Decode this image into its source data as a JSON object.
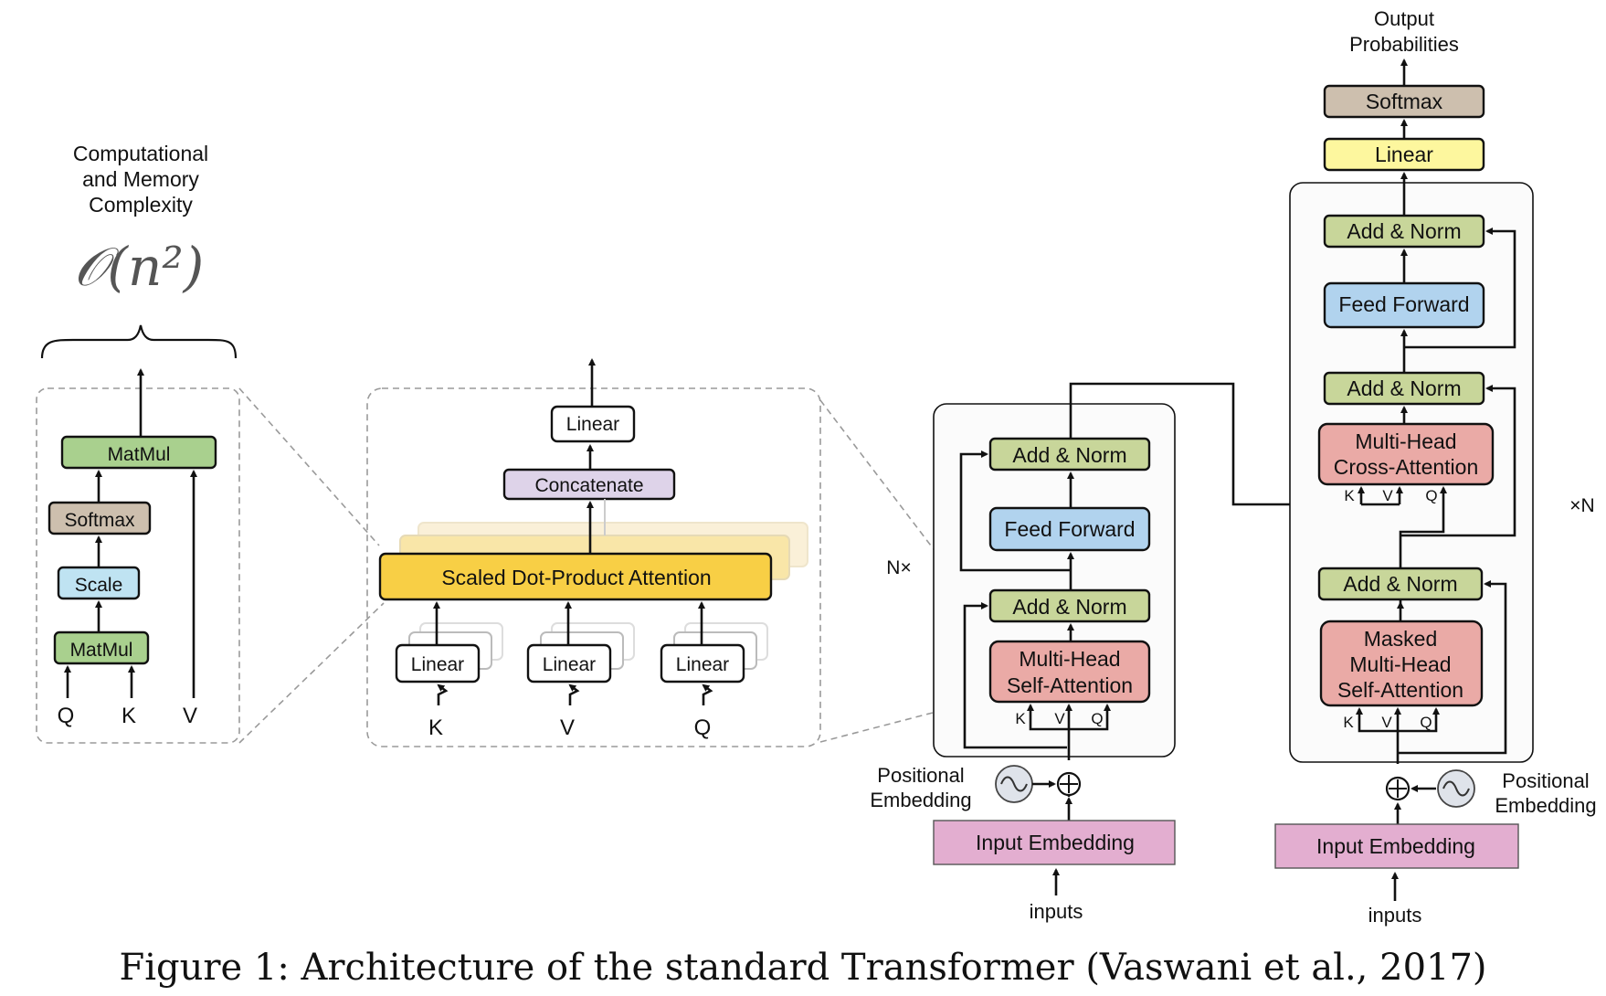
{
  "left": {
    "title_lines": [
      "Computational",
      "and Memory",
      "Complexity"
    ],
    "complexity": "𝒪(n²)",
    "boxes": {
      "matmul_top": "MatMul",
      "softmax": "Softmax",
      "scale": "Scale",
      "matmul_bottom": "MatMul"
    },
    "inputs": [
      "Q",
      "K",
      "V"
    ]
  },
  "middle": {
    "boxes": {
      "linear_out": "Linear",
      "concat": "Concatenate",
      "sdpa": "Scaled Dot-Product Attention",
      "linear_k": "Linear",
      "linear_v": "Linear",
      "linear_q": "Linear"
    },
    "inputs": [
      "K",
      "V",
      "Q"
    ]
  },
  "encoder": {
    "repeat": "N×",
    "boxes": {
      "add_norm_top": "Add & Norm",
      "feed_forward": "Feed Forward",
      "add_norm_bottom": "Add & Norm",
      "mhsa_line1": "Multi-Head",
      "mhsa_line2": "Self-Attention"
    },
    "kvq": [
      "K",
      "V",
      "Q"
    ],
    "pos_emb": [
      "Positional",
      "Embedding"
    ],
    "input_embedding": "Input Embedding",
    "inputs_label": "inputs"
  },
  "decoder": {
    "repeat": "×N",
    "output_lines": [
      "Output",
      "Probabilities"
    ],
    "boxes": {
      "softmax": "Softmax",
      "linear": "Linear",
      "add_norm_top": "Add & Norm",
      "feed_forward": "Feed Forward",
      "add_norm_mid": "Add & Norm",
      "cross_line1": "Multi-Head",
      "cross_line2": "Cross-Attention",
      "add_norm_bottom": "Add & Norm",
      "masked_line1": "Masked",
      "masked_line2": "Multi-Head",
      "masked_line3": "Self-Attention"
    },
    "cross_kvq": [
      "K",
      "V",
      "Q"
    ],
    "kvq": [
      "K",
      "V",
      "Q"
    ],
    "pos_emb": [
      "Positional",
      "Embedding"
    ],
    "input_embedding": "Input Embedding",
    "inputs_label": "inputs"
  },
  "caption": "Figure 1: Architecture of the standard Transformer (Vaswani et al., 2017)",
  "colors": {
    "green": "#c8d69a",
    "matmul_green": "#a9d08e",
    "tan": "#cdbfae",
    "lightblue": "#bfe3f2",
    "blue": "#b1d3ee",
    "red": "#eaaaa6",
    "pink": "#e3aed0",
    "yellow": "#f8cf45",
    "lightyellow": "#fdf79e",
    "lavender": "#ded3e9",
    "panel_left": "#fdfdf6",
    "panel_mid": "#faf9f8"
  }
}
